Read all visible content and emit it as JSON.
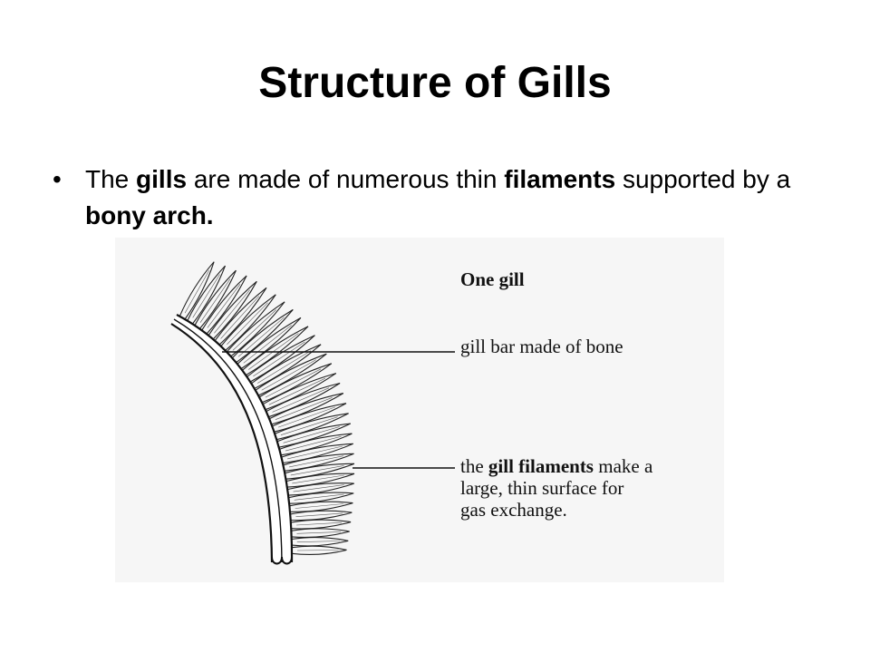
{
  "slide": {
    "title": "Structure of Gills",
    "bullet": {
      "marker": "•",
      "segments": [
        {
          "text": "The ",
          "bold": false
        },
        {
          "text": "gills",
          "bold": true
        },
        {
          "text": " are made of numerous thin ",
          "bold": false
        },
        {
          "text": "filaments",
          "bold": true
        },
        {
          "text": " supported by a ",
          "bold": false
        },
        {
          "text": "bony arch.",
          "bold": true
        }
      ]
    }
  },
  "diagram": {
    "heading": "One gill",
    "label_bar": "gill bar made of bone",
    "label_filaments": {
      "prefix": "the ",
      "emphasis": "gill filaments",
      "line1_suffix": " make a",
      "line2": "large, thin surface for",
      "line3": "gas exchange."
    },
    "filament_count": 34
  }
}
